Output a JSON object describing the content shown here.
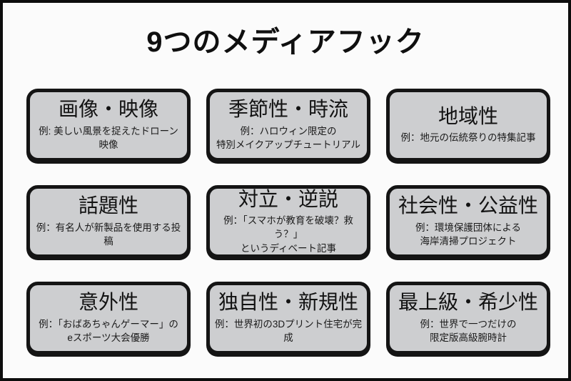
{
  "title": "9つのメディアフック",
  "colors": {
    "background": "#fbfbfb",
    "frame": "#0d0d0d",
    "box_fill": "#cdced0",
    "box_border": "#141414",
    "text": "#111111"
  },
  "boxes": [
    {
      "title": "画像・映像",
      "example_lines": [
        "例: 美しい風景を捉えたドローン映像"
      ]
    },
    {
      "title": "季節性・時流",
      "example_lines": [
        "例：ハロウィン限定の",
        "特別メイクアップチュートリアル"
      ]
    },
    {
      "title": "地域性",
      "example_lines": [
        "例：地元の伝統祭りの特集記事"
      ]
    },
    {
      "title": "話題性",
      "example_lines": [
        "例：有名人が新製品を使用する投稿"
      ]
    },
    {
      "title": "対立・逆説",
      "example_lines": [
        "例：「スマホが教育を破壊？救う？」",
        "というディベート記事"
      ]
    },
    {
      "title": "社会性・公益性",
      "example_lines": [
        "例：環境保護団体による",
        "海岸清掃プロジェクト"
      ]
    },
    {
      "title": "意外性",
      "example_lines": [
        "例：「おばあちゃんゲーマー」の",
        "eスポーツ大会優勝"
      ]
    },
    {
      "title": "独自性・新規性",
      "example_lines": [
        "例：世界初の3Dプリント住宅が完成"
      ]
    },
    {
      "title": "最上級・希少性",
      "example_lines": [
        "例：世界で一つだけの",
        "限定版高級腕時計"
      ]
    }
  ]
}
